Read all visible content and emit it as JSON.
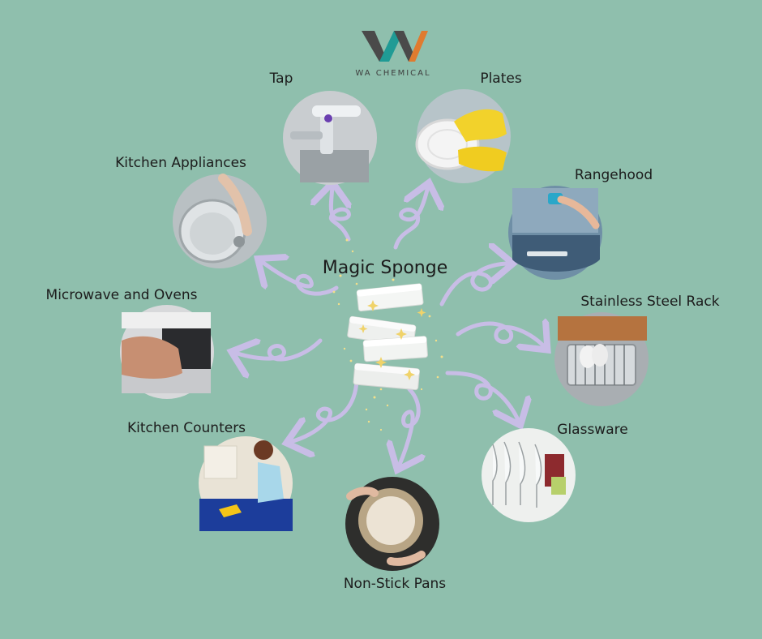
{
  "logo": {
    "text": "WA CHEMICAL"
  },
  "center": {
    "title": "Magic Sponge"
  },
  "items": [
    {
      "label": "Tap"
    },
    {
      "label": "Plates"
    },
    {
      "label": "Rangehood"
    },
    {
      "label": "Stainless Steel Rack"
    },
    {
      "label": "Glassware"
    },
    {
      "label": "Non-Stick Pans"
    },
    {
      "label": "Kitchen Counters"
    },
    {
      "label": "Microwave and Ovens"
    },
    {
      "label": "Kitchen Appliances"
    }
  ],
  "colors": {
    "background": "#8fbfad",
    "arrow": "#c8bde6",
    "logo_dark": "#4a4a4a",
    "logo_orange": "#e07b2f",
    "logo_teal": "#1f9b95"
  }
}
